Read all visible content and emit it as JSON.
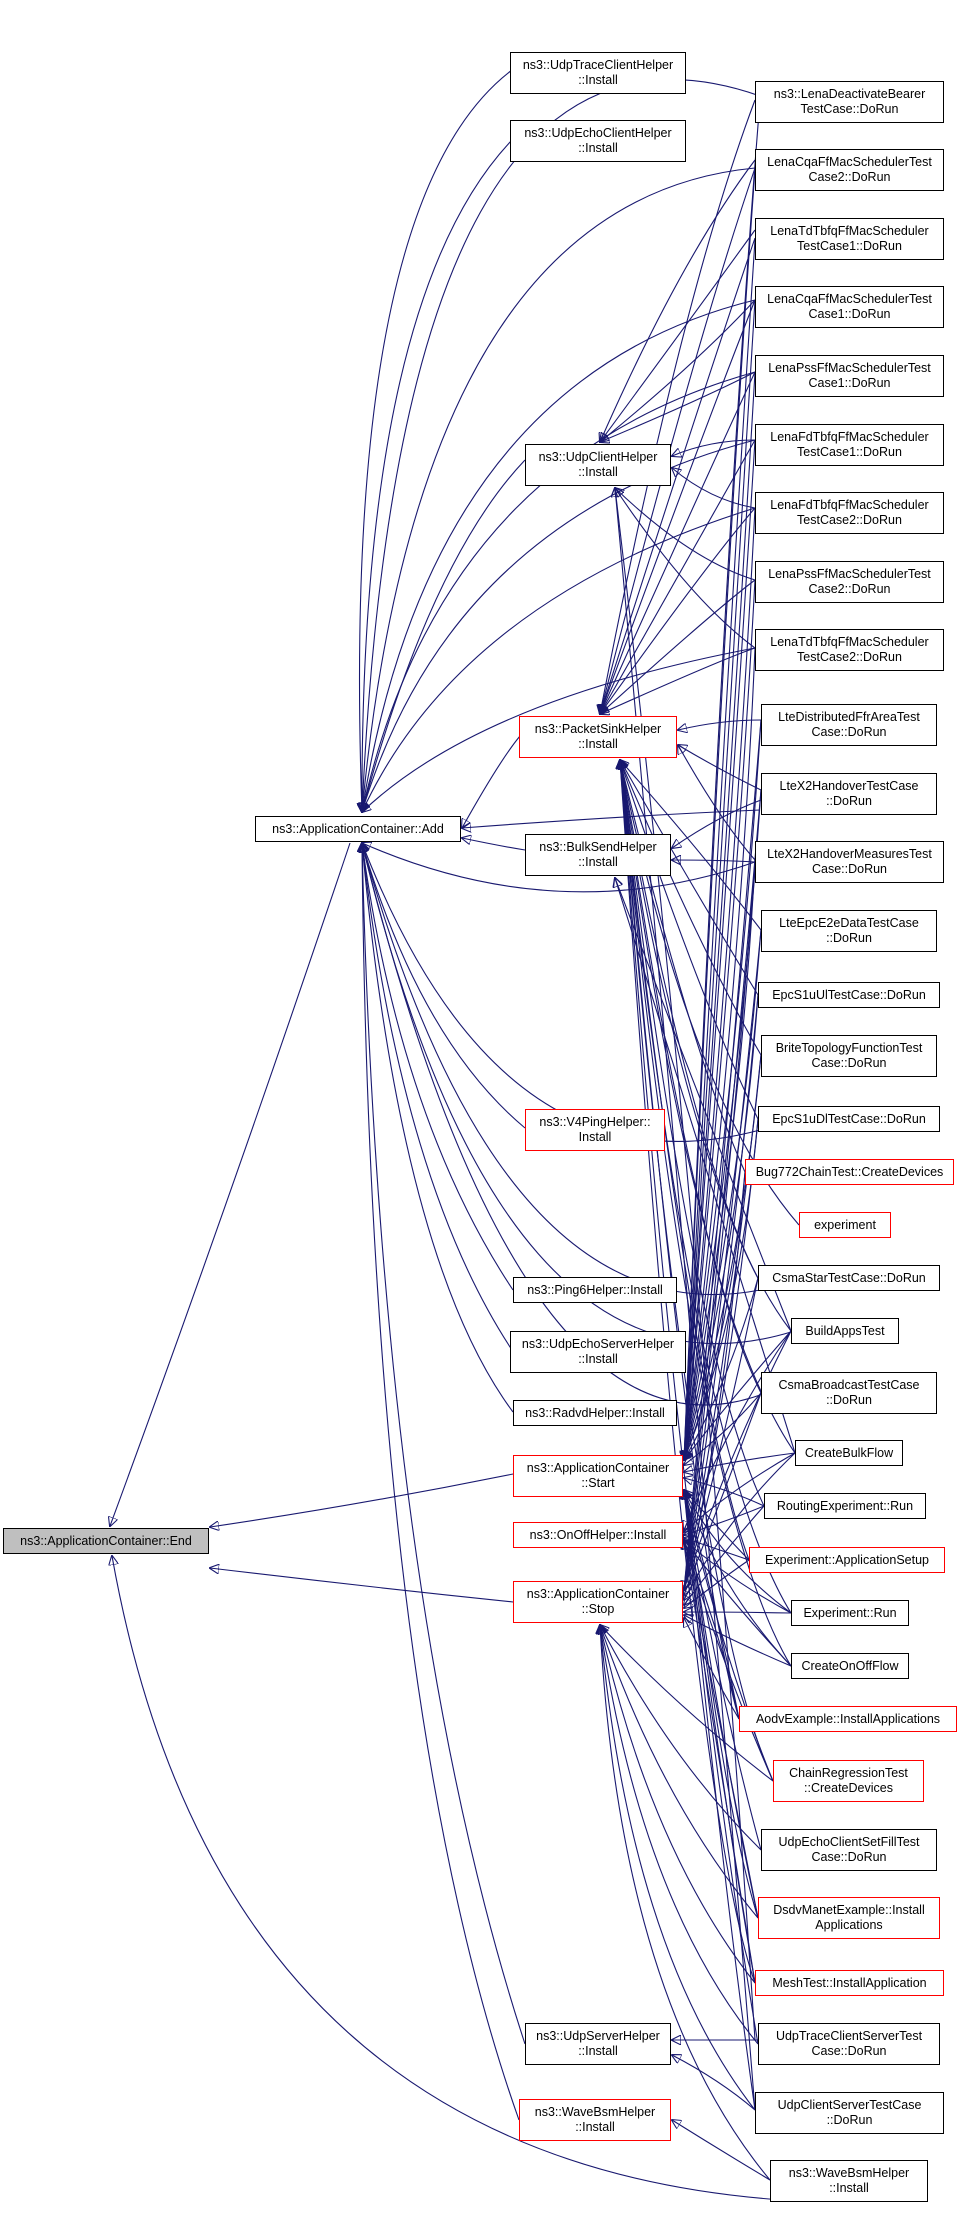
{
  "nodes": {
    "end": "ns3::ApplicationContainer::End",
    "add": "ns3::ApplicationContainer::Add",
    "start": "ns3::ApplicationContainer\n::Start",
    "stop": "ns3::ApplicationContainer\n::Stop",
    "onoff": "ns3::OnOffHelper::Install",
    "udptraceclient": "ns3::UdpTraceClientHelper\n::Install",
    "udpechoclient": "ns3::UdpEchoClientHelper\n::Install",
    "udpclient": "ns3::UdpClientHelper\n::Install",
    "packetsink": "ns3::PacketSinkHelper\n::Install",
    "bulksend": "ns3::BulkSendHelper\n::Install",
    "v4ping": "ns3::V4PingHelper::\nInstall",
    "ping6": "ns3::Ping6Helper::Install",
    "udpechoserver": "ns3::UdpEchoServerHelper\n::Install",
    "radvd": "ns3::RadvdHelper::Install",
    "udpserver": "ns3::UdpServerHelper\n::Install",
    "wavebsm": "ns3::WaveBsmHelper\n::Install",
    "t_lenadeactivate": "ns3::LenaDeactivateBearer\nTestCase::DoRun",
    "t_cqa2": "LenaCqaFfMacSchedulerTest\nCase2::DoRun",
    "t_tdtbfq1": "LenaTdTbfqFfMacScheduler\nTestCase1::DoRun",
    "t_cqa1": "LenaCqaFfMacSchedulerTest\nCase1::DoRun",
    "t_pss1": "LenaPssFfMacSchedulerTest\nCase1::DoRun",
    "t_fdtbfq1": "LenaFdTbfqFfMacScheduler\nTestCase1::DoRun",
    "t_fdtbfq2": "LenaFdTbfqFfMacScheduler\nTestCase2::DoRun",
    "t_pss2": "LenaPssFfMacSchedulerTest\nCase2::DoRun",
    "t_tdtbfq2": "LenaTdTbfqFfMacScheduler\nTestCase2::DoRun",
    "t_ffr": "LteDistributedFfrAreaTest\nCase::DoRun",
    "t_x2ho": "LteX2HandoverTestCase\n::DoRun",
    "t_x2hom": "LteX2HandoverMeasuresTest\nCase::DoRun",
    "t_epce2e": "LteEpcE2eDataTestCase\n::DoRun",
    "t_s1ul": "EpcS1uUlTestCase::DoRun",
    "t_brite": "BriteTopologyFunctionTest\nCase::DoRun",
    "t_s1dl": "EpcS1uDlTestCase::DoRun",
    "t_bug772": "Bug772ChainTest::CreateDevices",
    "t_experiment": "experiment",
    "t_csmastar": "CsmaStarTestCase::DoRun",
    "t_buildapps": "BuildAppsTest",
    "t_csmabcast": "CsmaBroadcastTestCase\n::DoRun",
    "t_bulkflow": "CreateBulkFlow",
    "t_routing": "RoutingExperiment::Run",
    "t_expsetup": "Experiment::ApplicationSetup",
    "t_exprun": "Experiment::Run",
    "t_onoffflow": "CreateOnOffFlow",
    "t_aodv": "AodvExample::InstallApplications",
    "t_chain": "ChainRegressionTest\n::CreateDevices",
    "t_echofill": "UdpEchoClientSetFillTest\nCase::DoRun",
    "t_dsdv": "DsdvManetExample::Install\nApplications",
    "t_mesh": "MeshTest::InstallApplication",
    "t_udptracecs": "UdpTraceClientServerTest\nCase::DoRun",
    "t_udpcs": "UdpClientServerTestCase\n::DoRun"
  },
  "colors": {
    "edge": "#191970",
    "normal_border": "#000000",
    "red_border": "#ff0000",
    "root_fill": "#bfbfbf"
  }
}
